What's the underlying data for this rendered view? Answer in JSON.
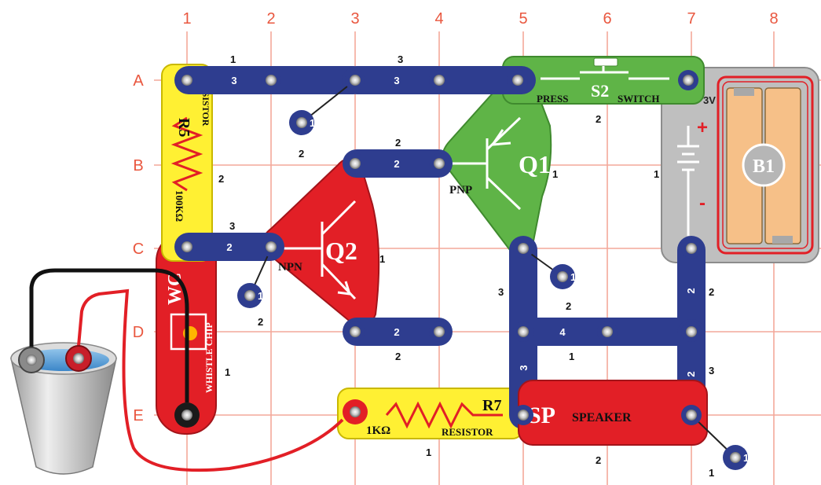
{
  "grid": {
    "columns": [
      "1",
      "2",
      "3",
      "4",
      "5",
      "6",
      "7",
      "8"
    ],
    "rows": [
      "A",
      "B",
      "C",
      "D",
      "E"
    ]
  },
  "parts": {
    "r5": {
      "id": "R5",
      "name": "RESISTOR",
      "value": "100KΩ",
      "level": "2"
    },
    "r7": {
      "id": "R7",
      "name": "RESISTOR",
      "value": "1KΩ",
      "level": "1"
    },
    "q1": {
      "id": "Q1",
      "type": "PNP",
      "level": "1"
    },
    "q2": {
      "id": "Q2",
      "type": "NPN",
      "level": "1"
    },
    "s2": {
      "id": "S2",
      "label_left": "PRESS",
      "label_right": "SWITCH",
      "level": "2"
    },
    "b1": {
      "id": "B1",
      "voltage": "3V",
      "plus": "+",
      "minus": "-",
      "level": "1"
    },
    "wc": {
      "id": "WC",
      "name": "WHISTLE CHIP",
      "level": "1"
    },
    "sp": {
      "id": "SP",
      "name": "SPEAKER",
      "level": "2"
    }
  },
  "wires": {
    "a1_a3": {
      "stripe": "3",
      "level": "1"
    },
    "a3_a5": {
      "stripe": "3",
      "level": "3"
    },
    "b3_b4": {
      "stripe": "2",
      "level": "2"
    },
    "c1_c2": {
      "stripe": "2",
      "level": "3"
    },
    "d3_d4": {
      "stripe": "2",
      "level": "2"
    },
    "d5_d7": {
      "stripe": "4",
      "level": "1"
    },
    "c5_e5": {
      "stripe": "3",
      "level": "3"
    },
    "c7_d7": {
      "stripe": "2",
      "level": "2"
    },
    "d7_e7": {
      "stripe": "2",
      "level": "3"
    }
  },
  "single_snaps": [
    {
      "label": "1",
      "level": "2"
    },
    {
      "label": "1",
      "level": "2"
    },
    {
      "label": "1",
      "level": "2"
    },
    {
      "label": "1",
      "level": "1"
    }
  ],
  "colors": {
    "grid": "#f4a89a",
    "wire_blue": "#2e3d8f",
    "red_part": "#e21f26",
    "green_part": "#5fb447",
    "yellow_part": "#fff033",
    "battery_gray": "#bfbfbf"
  }
}
